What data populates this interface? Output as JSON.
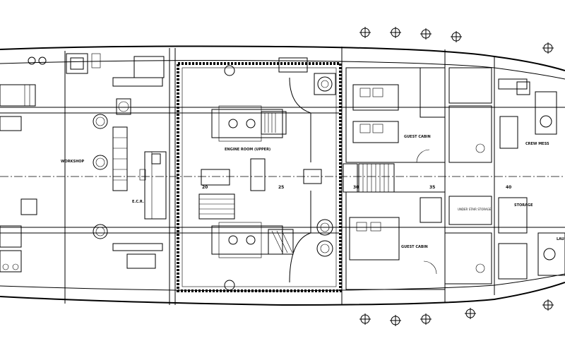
{
  "rooms": {
    "workshop": "WORKSHOP",
    "ecr": "E.C.R.",
    "engine_room": "ENGINE ROOM (UPPER)",
    "guest_cabin_top": "GUEST CABIN",
    "guest_cabin_bottom": "GUEST CABIN",
    "crew_mess": "CREW MESS",
    "storage": "STORAGE",
    "under_stair": "UNDER STAIR STORAGE",
    "laundry_partial": "LAU"
  },
  "frame_numbers": [
    "20",
    "25",
    "30",
    "35",
    "40"
  ]
}
